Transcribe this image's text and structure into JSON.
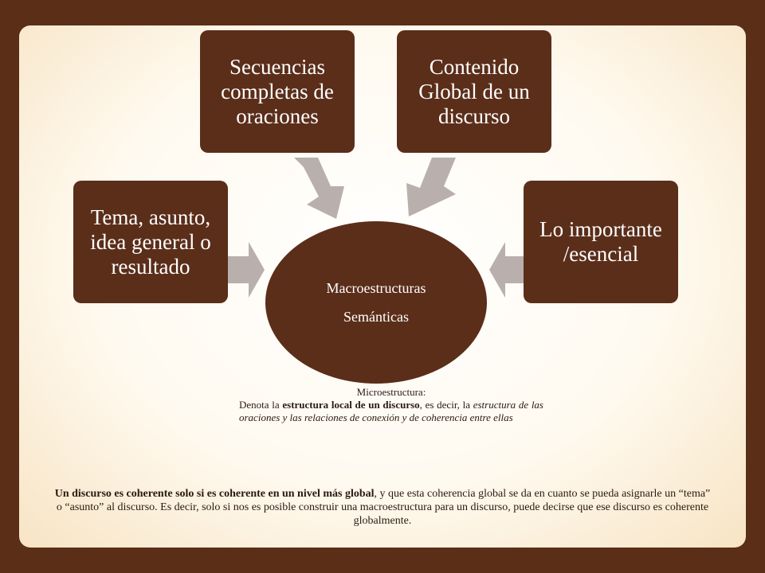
{
  "boxes": {
    "tema": "Tema, asunto, idea general o resultado",
    "secuencias": "Secuencias completas de oraciones",
    "contenido": "Contenido Global de un discurso",
    "importante": "Lo importante /esencial"
  },
  "center": {
    "line1": "Macroestructuras",
    "line2": "Semánticas"
  },
  "micro": {
    "title": "Microestructura",
    "title_colon": ":",
    "p1": "Denota la ",
    "p2_bold": "estructura local  de un discurso",
    "p3": ", es decir, la ",
    "p4_italic": "estructura de las oraciones y las relaciones de conexión y de coherencia entre ellas"
  },
  "bottom": {
    "bold": "Un discurso es coherente solo si es coherente en un nivel más global",
    "rest": ", y que esta coherencia  global se da en cuanto se pueda asignarle un “tema” o “asunto” al discurso. Es decir, solo si nos es posible construir una macroestructura para un discurso, puede decirse que ese discurso es coherente globalmente."
  },
  "colors": {
    "box": "#5b2e1a",
    "arrow": "#b9b0ad",
    "background": "#5a2e17"
  }
}
